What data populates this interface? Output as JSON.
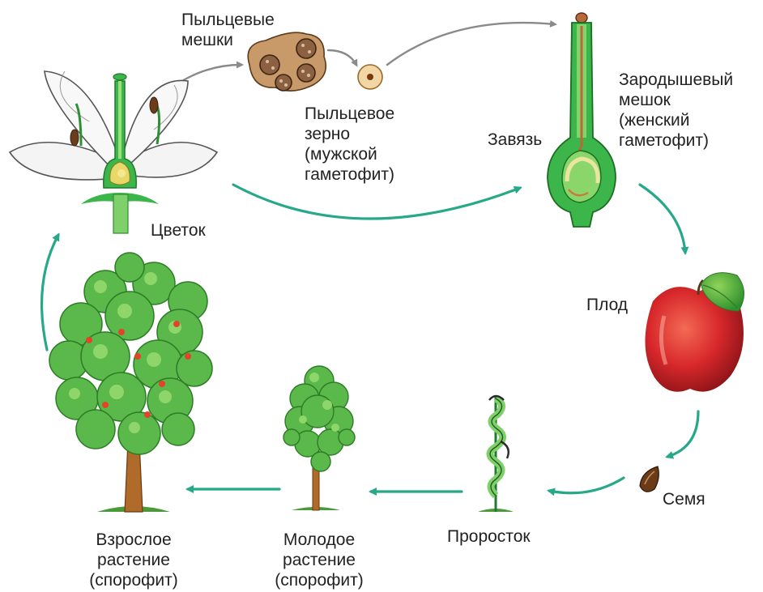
{
  "labels": {
    "pollen_sacs": [
      "Пыльцевые",
      "мешки"
    ],
    "pollen_grain": [
      "Пыльцевое",
      "зерно",
      "(мужской",
      "гаметофит)"
    ],
    "ovary": "Завязь",
    "embryo_sac": [
      "Зародышевый",
      "мешок",
      "(женский",
      "гаметофит)"
    ],
    "flower": "Цветок",
    "fruit": "Плод",
    "seed": "Семя",
    "sprout": "Проросток",
    "young_plant": [
      "Молодое",
      "растение",
      "(спорофит)"
    ],
    "adult_plant": [
      "Взрослое",
      "растение",
      "(спорофит)"
    ]
  },
  "colors": {
    "arrow_teal": "#26a889",
    "arrow_gray": "#8a8a8a",
    "plant_green": "#3cb64a",
    "dark_green": "#1f7a2c",
    "apple_red": "#d8282b",
    "trunk": "#b06a2a"
  }
}
